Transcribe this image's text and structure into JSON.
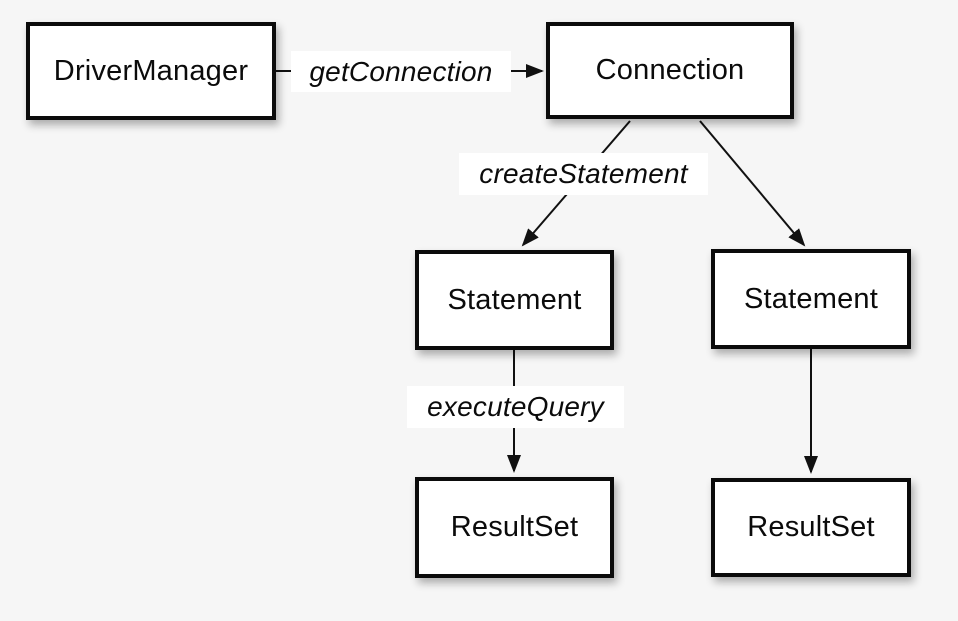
{
  "diagram": {
    "background_color": "#f6f6f6",
    "box_fill_color": "#ffffff",
    "box_border_color": "#0b0b0b",
    "line_color": "#111111",
    "nodes": [
      {
        "id": "driver-manager",
        "label": "DriverManager"
      },
      {
        "id": "connection",
        "label": "Connection"
      },
      {
        "id": "statement-left",
        "label": "Statement"
      },
      {
        "id": "statement-right",
        "label": "Statement"
      },
      {
        "id": "resultset-left",
        "label": "ResultSet"
      },
      {
        "id": "resultset-right",
        "label": "ResultSet"
      }
    ],
    "edges": [
      {
        "from": "driver-manager",
        "to": "connection",
        "label": "getConnection"
      },
      {
        "from": "connection",
        "to": "statement-left",
        "label": "createStatement"
      },
      {
        "from": "connection",
        "to": "statement-right",
        "label": ""
      },
      {
        "from": "statement-left",
        "to": "resultset-left",
        "label": "executeQuery"
      },
      {
        "from": "statement-right",
        "to": "resultset-right",
        "label": ""
      }
    ]
  }
}
